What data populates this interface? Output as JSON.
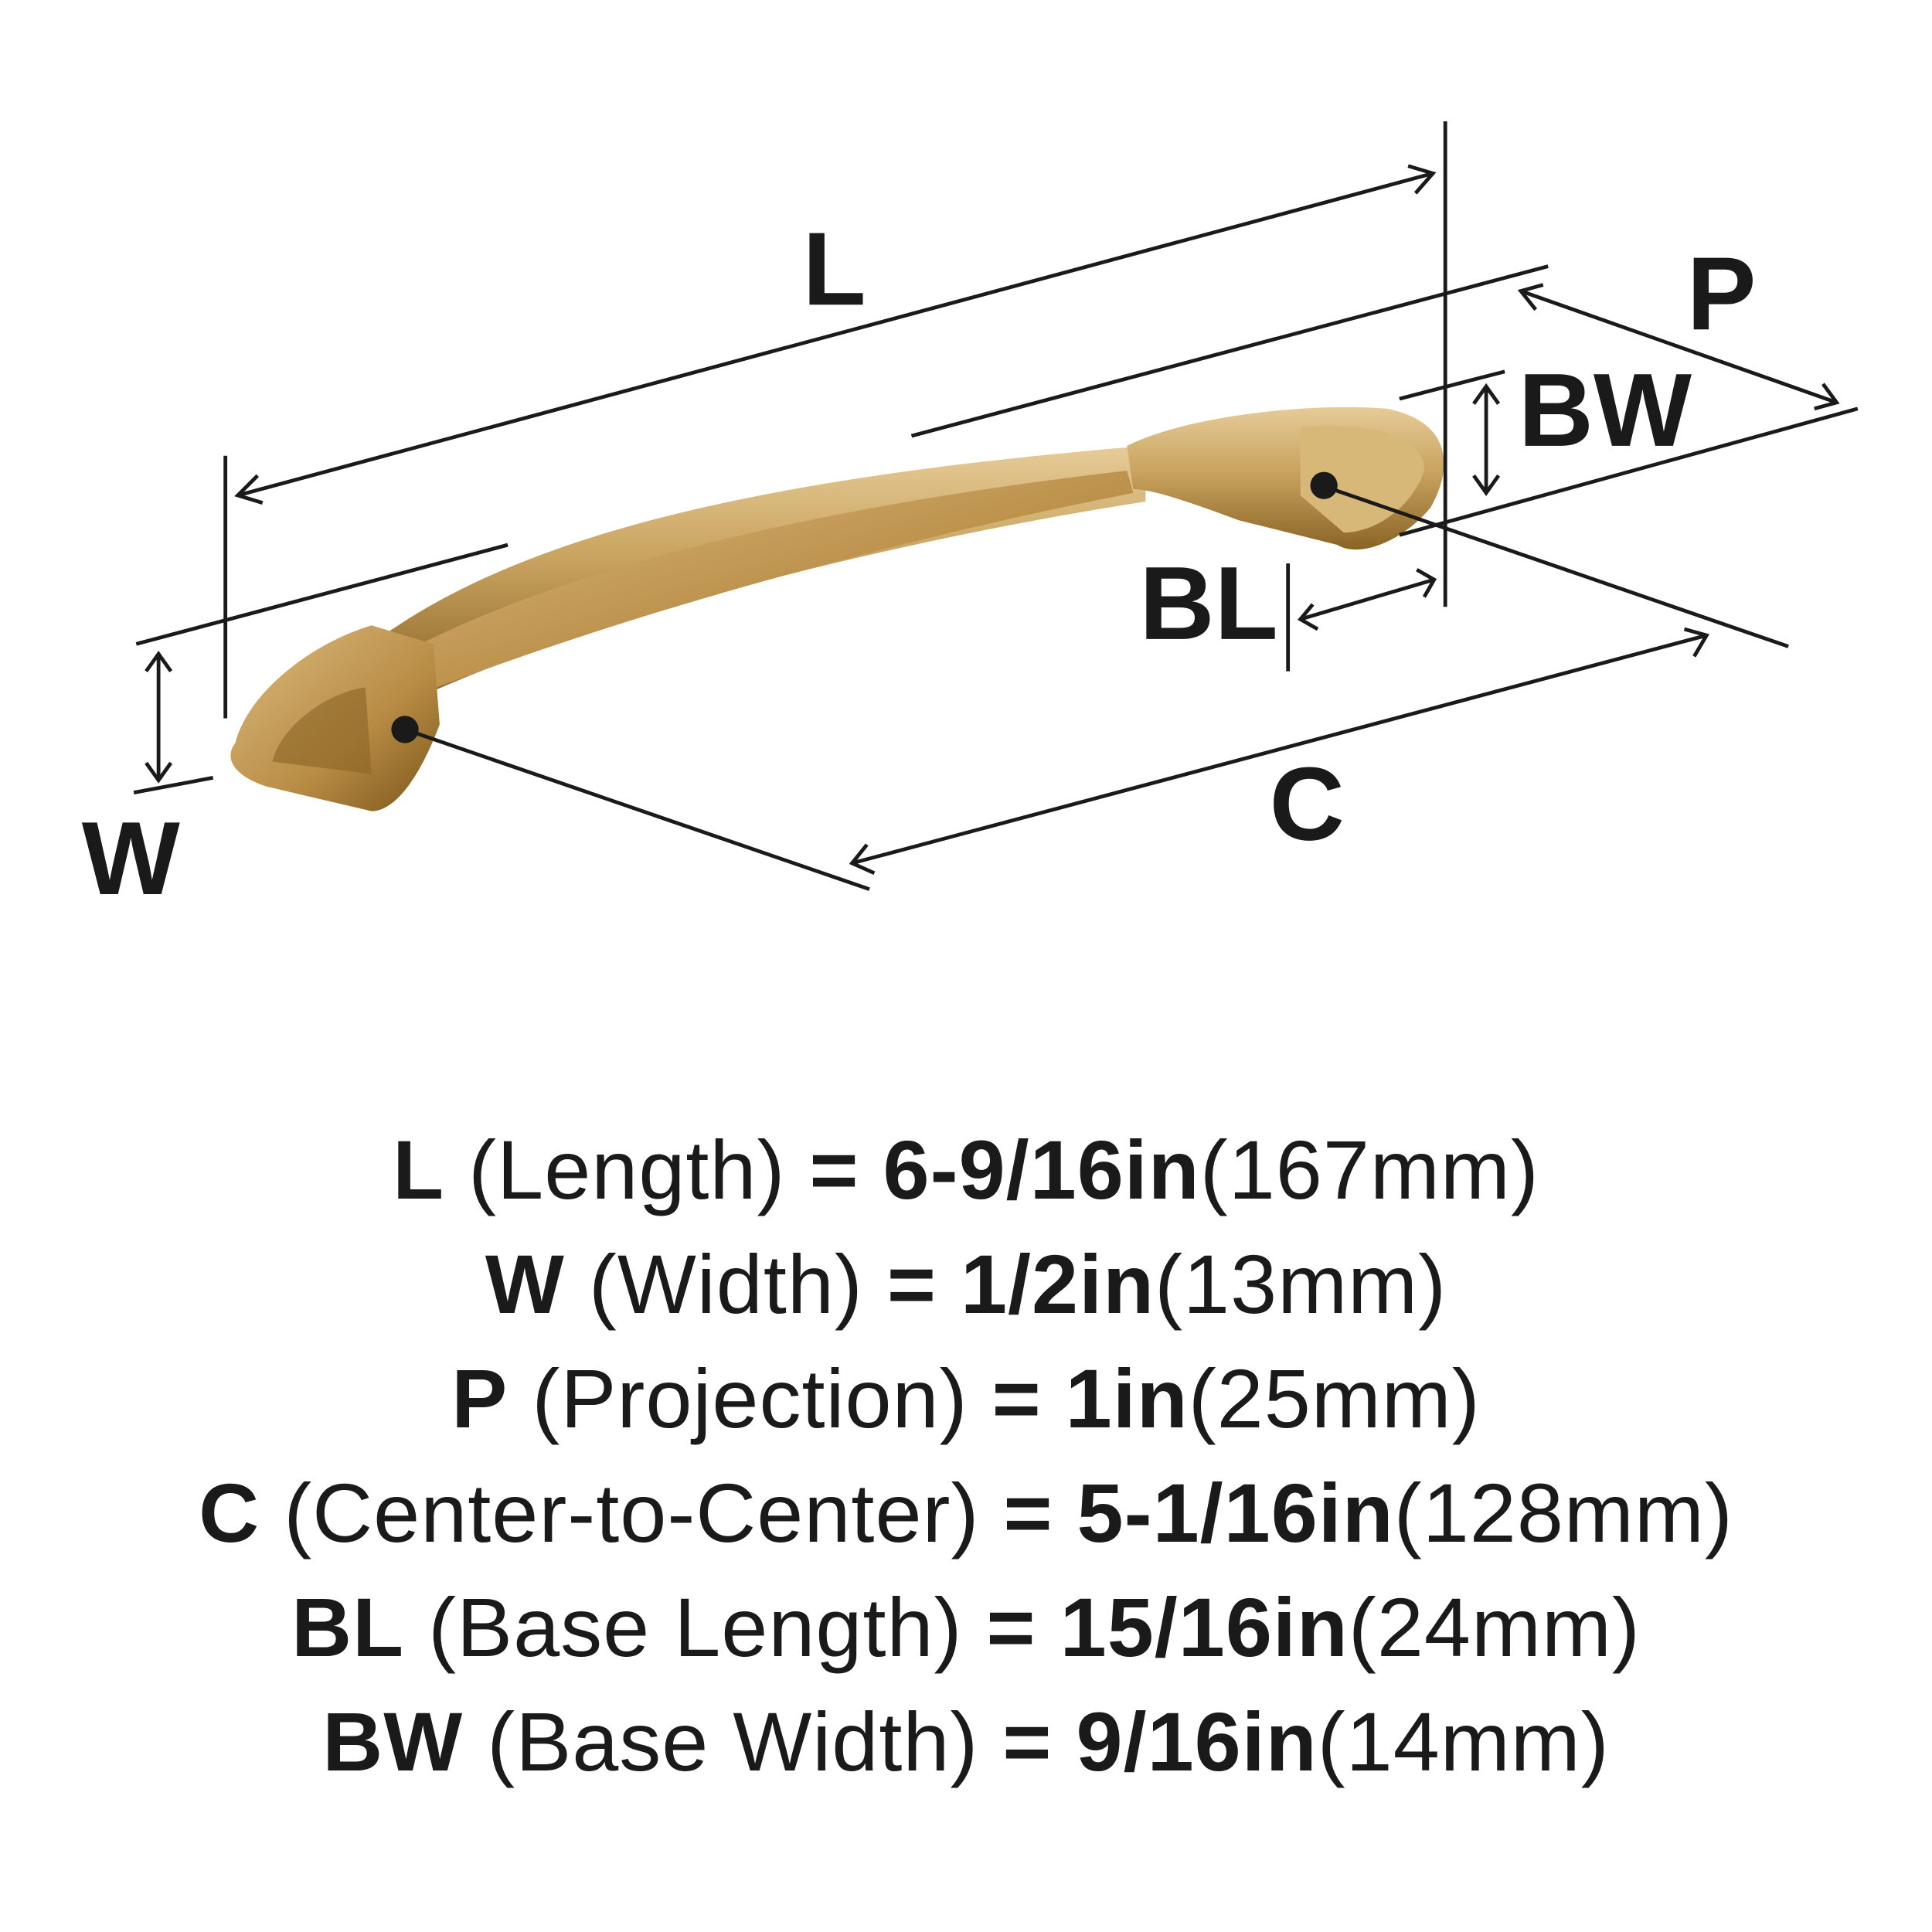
{
  "diagram": {
    "labels": {
      "L": "L",
      "P": "P",
      "BW": "BW",
      "BL": "BL",
      "C": "C",
      "W": "W"
    },
    "finish_color": "#c9a35f"
  },
  "specs": [
    {
      "code": "L",
      "name": "(Length)",
      "eq": "=",
      "imperial": "6-9/16in",
      "metric": "(167mm)"
    },
    {
      "code": "W",
      "name": "(Width)",
      "eq": "=",
      "imperial": "1/2in",
      "metric": "(13mm)"
    },
    {
      "code": "P",
      "name": "(Projection)",
      "eq": "=",
      "imperial": "1in",
      "metric": "(25mm)"
    },
    {
      "code": "C",
      "name": "(Center-to-Center)",
      "eq": "=",
      "imperial": "5-1/16in",
      "metric": "(128mm)"
    },
    {
      "code": "BL",
      "name": "(Base Length)",
      "eq": "=",
      "imperial": "15/16in",
      "metric": "(24mm)"
    },
    {
      "code": "BW",
      "name": "(Base Width)",
      "eq": "=",
      "imperial": "9/16in",
      "metric": "(14mm)"
    }
  ]
}
